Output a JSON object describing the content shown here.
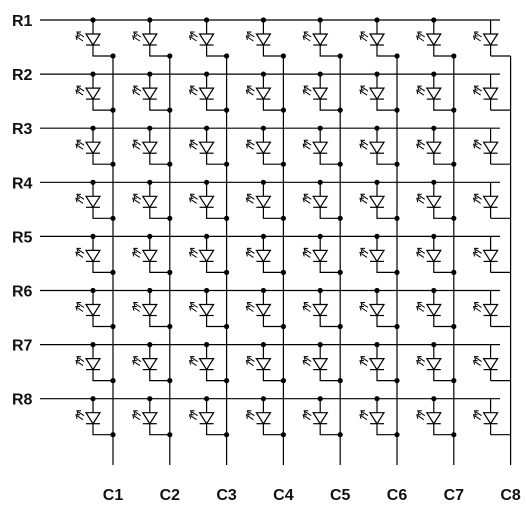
{
  "diagram": {
    "rows": [
      "R1",
      "R2",
      "R3",
      "R4",
      "R5",
      "R6",
      "R7",
      "R8"
    ],
    "columns": [
      "C1",
      "C2",
      "C3",
      "C4",
      "C5",
      "C6",
      "C7",
      "C8"
    ],
    "component": "led",
    "wire_color": "#000000"
  }
}
